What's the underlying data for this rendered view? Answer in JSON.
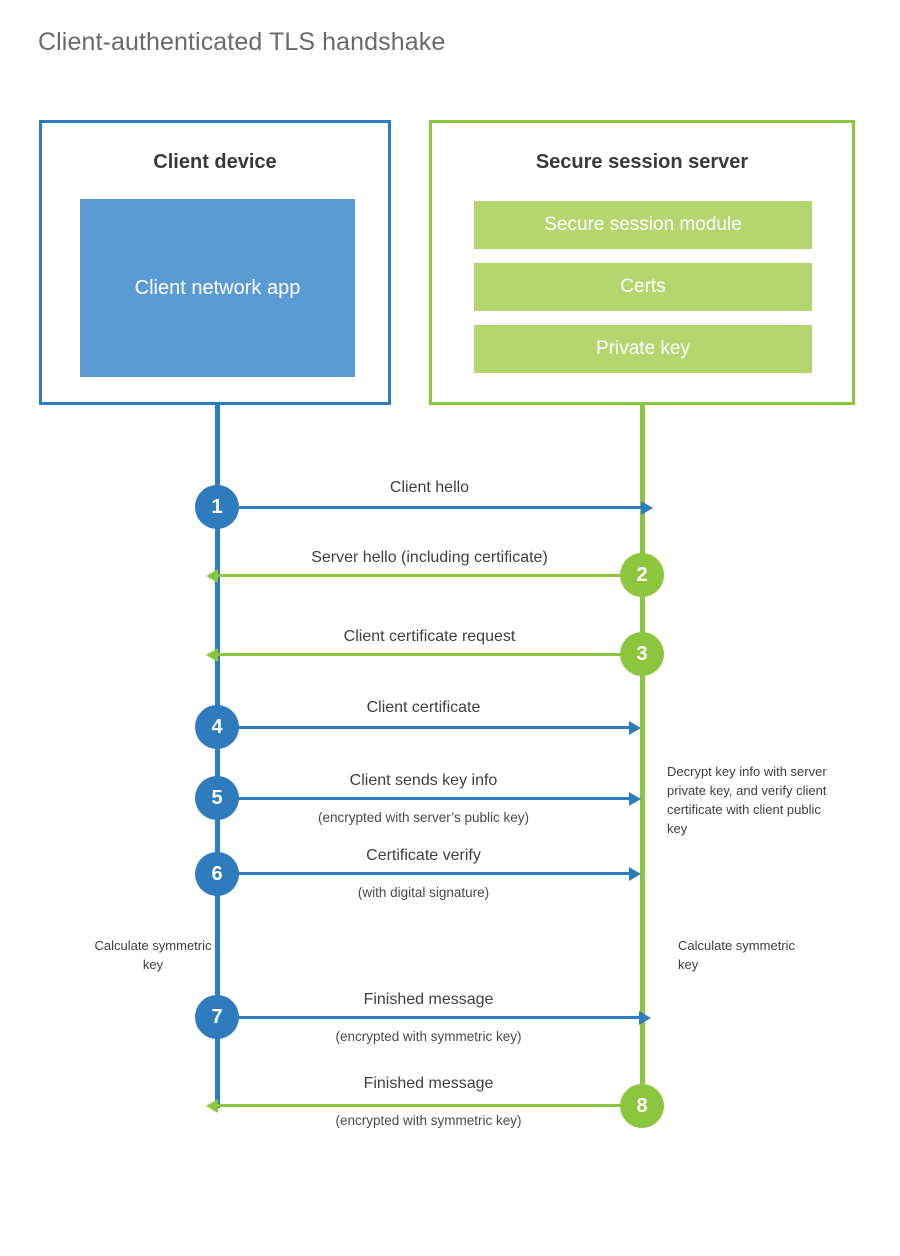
{
  "title": "Client-authenticated TLS handshake",
  "colors": {
    "client_accent": "#2e7cbe",
    "server_accent": "#8cc63e",
    "client_app_fill": "#5b9bd5",
    "server_module_fill": "#b5d66f",
    "title_text": "#6a6a6a",
    "body_text": "#3f3f3f",
    "background": "#ffffff"
  },
  "actors": {
    "client": {
      "title": "Client device",
      "app_label": "Client network app"
    },
    "server": {
      "title": "Secure session server",
      "modules": [
        {
          "label": "Secure session module"
        },
        {
          "label": "Certs"
        },
        {
          "label": "Private key"
        }
      ]
    }
  },
  "steps": [
    {
      "number": "1",
      "label": "Client hello",
      "sub": "",
      "direction": "client-to-server",
      "color": "blue"
    },
    {
      "number": "2",
      "label": "Server hello (including certificate)",
      "sub": "",
      "direction": "server-to-client",
      "color": "green"
    },
    {
      "number": "3",
      "label": "Client certificate request",
      "sub": "",
      "direction": "server-to-client",
      "color": "green"
    },
    {
      "number": "4",
      "label": "Client certificate",
      "sub": "",
      "direction": "client-to-server",
      "color": "blue"
    },
    {
      "number": "5",
      "label": "Client sends key info",
      "sub": "(encrypted with server’s public key)",
      "direction": "client-to-server",
      "color": "blue"
    },
    {
      "number": "6",
      "label": "Certificate verify",
      "sub": "(with digital signature)",
      "direction": "client-to-server",
      "color": "blue"
    },
    {
      "number": "7",
      "label": "Finished message",
      "sub": "(encrypted with symmetric key)",
      "direction": "client-to-server",
      "color": "blue"
    },
    {
      "number": "8",
      "label": "Finished message",
      "sub": "(encrypted with symmetric key)",
      "direction": "server-to-client",
      "color": "green"
    }
  ],
  "notes": {
    "server_decrypt": "Decrypt key info with server private key, and verify client certificate with client public key",
    "client_calculate": "Calculate symmetric key",
    "server_calculate": "Calculate symmetric key"
  }
}
